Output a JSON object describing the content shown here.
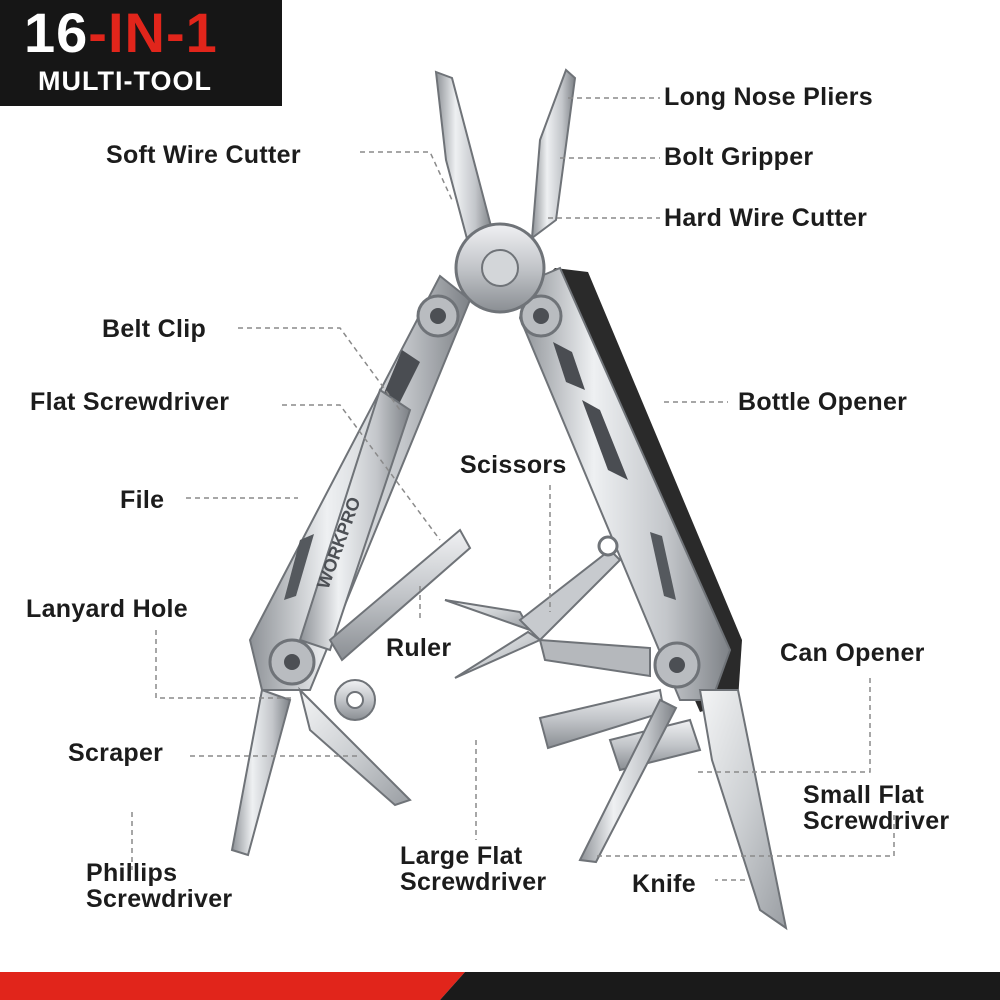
{
  "badge": {
    "number": "16",
    "dash1": "-",
    "in": "IN",
    "dash2": "-",
    "one": "1",
    "subtitle": "MULTI-TOOL"
  },
  "brand_text": "WORKPRO",
  "labels": {
    "long_nose_pliers": "Long Nose Pliers",
    "soft_wire_cutter": "Soft Wire Cutter",
    "bolt_gripper": "Bolt Gripper",
    "hard_wire_cutter": "Hard Wire Cutter",
    "belt_clip": "Belt Clip",
    "flat_screwdriver": "Flat Screwdriver",
    "bottle_opener": "Bottle Opener",
    "scissors": "Scissors",
    "file": "File",
    "lanyard_hole": "Lanyard Hole",
    "ruler": "Ruler",
    "can_opener": "Can Opener",
    "scraper": "Scraper",
    "small_flat_screwdriver_1": "Small Flat",
    "small_flat_screwdriver_2": "Screwdriver",
    "phillips_screwdriver_1": "Phillips",
    "phillips_screwdriver_2": "Screwdriver",
    "large_flat_screwdriver_1": "Large Flat",
    "large_flat_screwdriver_2": "Screwdriver",
    "knife": "Knife"
  },
  "colors": {
    "badge_bg": "#161616",
    "accent_red": "#e1251b",
    "label_text": "#1c1c1c",
    "leader_line": "#8a8a8a",
    "steel_light": "#e4e6e8",
    "steel_mid": "#b9bcc0",
    "steel_dark": "#6f7378",
    "stripe_dark": "#1a1a1a"
  }
}
